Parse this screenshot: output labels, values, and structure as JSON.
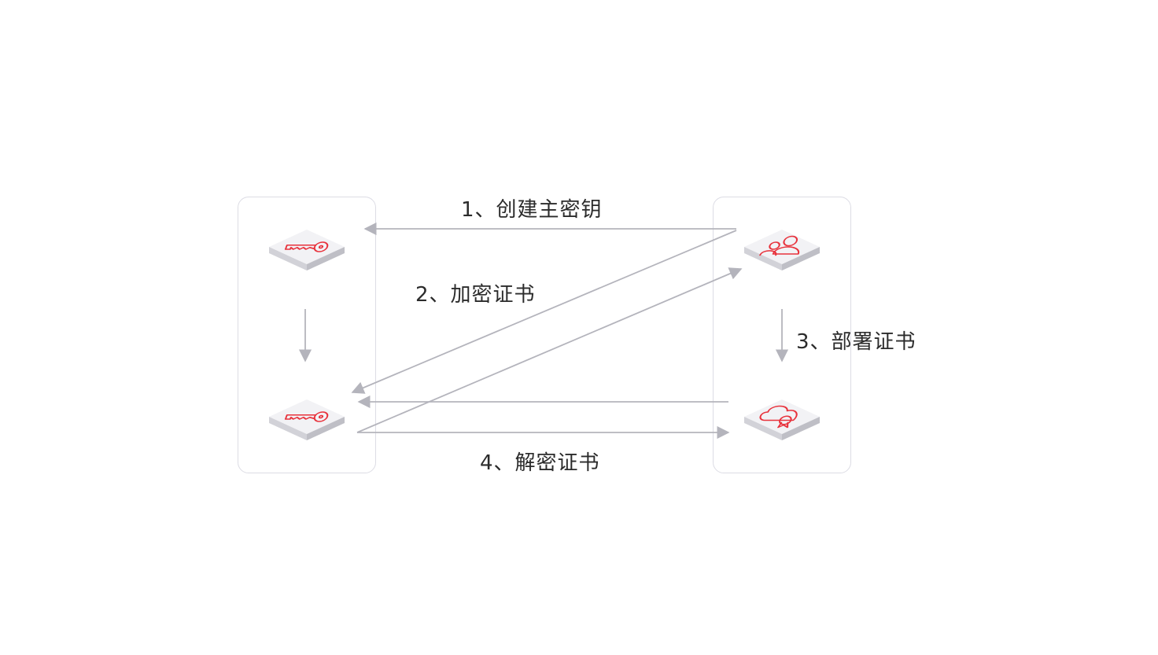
{
  "diagram": {
    "steps": [
      {
        "label": "1、创建主密钥"
      },
      {
        "label": "2、加密证书"
      },
      {
        "label": "3、部署证书"
      },
      {
        "label": "4、解密证书"
      }
    ],
    "nodes": [
      {
        "icon": "key-icon"
      },
      {
        "icon": "key-icon"
      },
      {
        "icon": "user-icon"
      },
      {
        "icon": "cloud-certificate-icon"
      }
    ],
    "colors": {
      "accent": "#e8323c",
      "arrow": "#b4b4bc",
      "panel_border": "#dcdce4",
      "tile_top": "#f2f2f5",
      "tile_left": "#d2d2d8",
      "tile_right": "#bfbfc6"
    }
  }
}
